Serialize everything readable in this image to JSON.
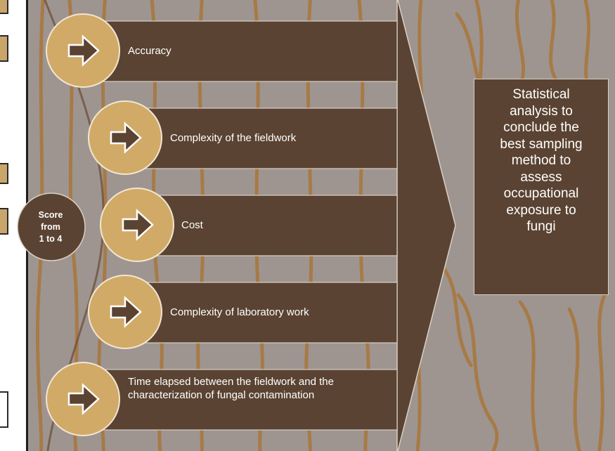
{
  "criteria": [
    {
      "label": "Accuracy"
    },
    {
      "label": "Complexity of the fieldwork"
    },
    {
      "label": "Cost"
    },
    {
      "label": "Complexity of laboratory work"
    },
    {
      "label": "Time elapsed between the fieldwork and the characterization of fungal contamination"
    }
  ],
  "score_label": "Score\nfrom\n1 to 4",
  "conclusion": "Statistical\nanalysis to\nconclude the\nbest sampling\nmethod to\nassess\noccupational\nexposure to\nfungi",
  "icons": {
    "criterion": "arrow-right-icon"
  },
  "colors": {
    "background": "#9e9591",
    "wood_grain": "#a9783e",
    "bar": "#5a4332",
    "circle": "#d1aa68",
    "score_circle": "#5a4332"
  }
}
